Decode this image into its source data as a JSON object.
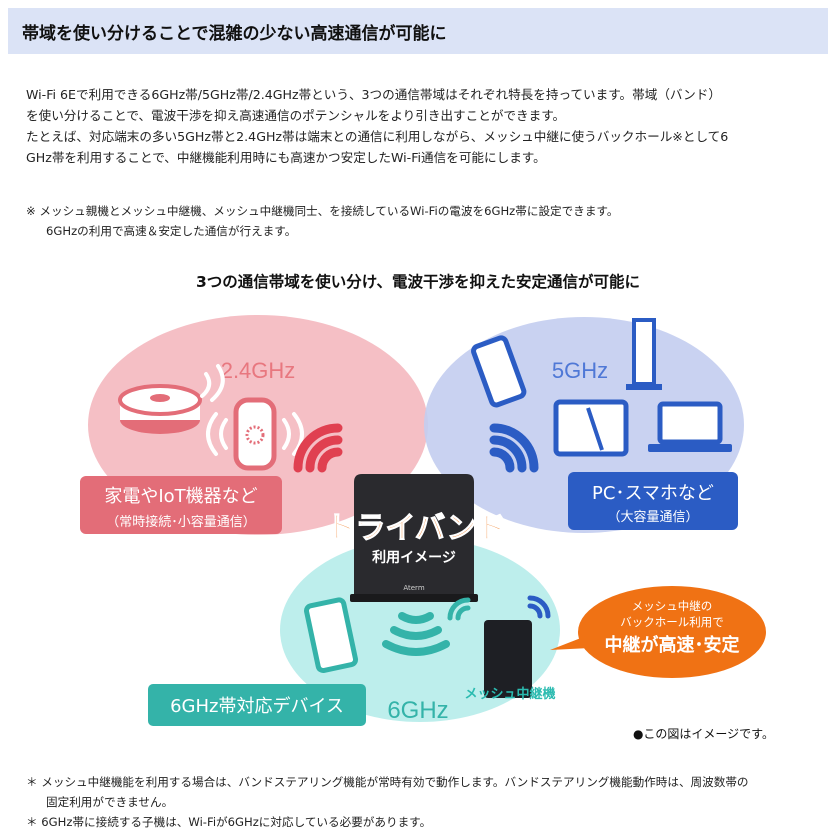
{
  "header": {
    "title": "帯域を使い分けることで混雑の少ない高速通信が可能に"
  },
  "intro": {
    "lines": [
      "Wi-Fi 6Eで利用できる6GHz帯/5GHz帯/2.4GHz帯という、3つの通信帯域はそれぞれ特長を持っています。帯域（バンド）",
      "を使い分けることで、電波干渉を抑え高速通信のポテンシャルをより引き出すことができます。",
      "たとえば、対応端末の多い5GHz帯と2.4GHz帯は端末との通信に利用しながら、メッシュ中継に使うバックホール※として6",
      "GHz帯を利用することで、中継機能利用時にも高速かつ安定したWi-Fi通信を可能にします。"
    ]
  },
  "note": {
    "line1": "※ メッシュ親機とメッシュ中継機、メッシュ中継機同士、を接続しているWi-Fiの電波を6GHz帯に設定できます。",
    "line2": "6GHzの利用で高速＆安定した通信が行えます。"
  },
  "diagram": {
    "subtitle": "3つの通信帯域を使い分け、電波干渉を抑えた安定通信が可能に",
    "band_24": "2.4GHz",
    "band_5": "5GHz",
    "band_6": "6GHz",
    "label_iot_1": "家電やIoT機器など",
    "label_iot_2": "（常時接続･小容量通信）",
    "label_pc_1": "PC･スマホなど",
    "label_pc_2": "（大容量通信）",
    "triband_1": "トライバンド",
    "triband_2": "利用イメージ",
    "router_brand": "Aterm",
    "mesh_label": "メッシュ中継機",
    "device6_label": "6GHz帯対応デバイス",
    "bubble_1": "メッシュ中継の",
    "bubble_2": "バックホール利用で",
    "bubble_3": "中継が高速･安定",
    "image_note": "●この図はイメージです。",
    "colors": {
      "pink": "#f3b4bb",
      "blue": "#c3cdef",
      "teal": "#b6ecea",
      "orange": "#f07214",
      "navy": "#2b5cc4",
      "teal_dark": "#34b3a9"
    }
  },
  "footnotes": {
    "fn1_a": "＊ メッシュ中継機能を利用する場合は、バンドステアリング機能が常時有効で動作します。バンドステアリング機能動作時は、周波数帯の",
    "fn1_b": "固定利用ができません。",
    "fn2": "＊ 6GHz帯に接続する子機は、Wi-Fiが6GHzに対応している必要があります。"
  }
}
